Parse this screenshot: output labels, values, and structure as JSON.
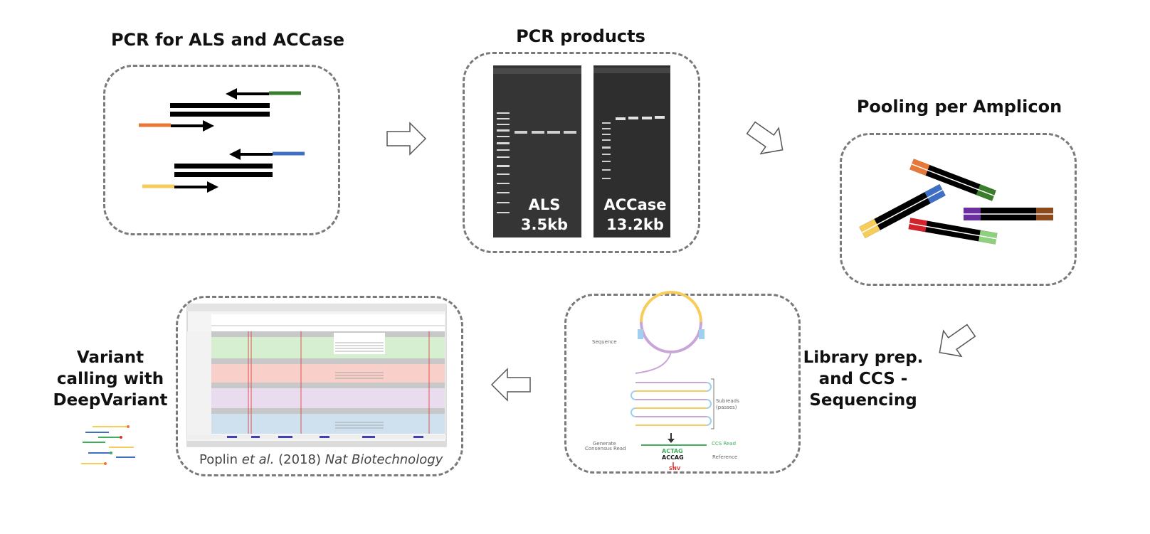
{
  "steps": {
    "pcr": {
      "title": "PCR for ALS and ACCase"
    },
    "products": {
      "title": "PCR products",
      "gel_left": {
        "name": "ALS",
        "size": "3.5kb"
      },
      "gel_right": {
        "name": "ACCase",
        "size": "13.2kb"
      }
    },
    "pooling": {
      "title": "Pooling per Amplicon"
    },
    "library": {
      "title_lines": [
        "Library prep.",
        "and CCS -",
        "Sequencing"
      ],
      "labels": {
        "sequence": "Sequence",
        "subreads": "Subreads",
        "passes": "(passes)",
        "generate": "Generate",
        "consensus": "Consensus Read",
        "ccs_read": "CCS Read",
        "reference": "Reference",
        "ccs_seq": "ACTAG",
        "ref_seq": "ACCAG",
        "snv": "SNV"
      }
    },
    "variant": {
      "title_lines": [
        "Variant",
        "calling with",
        "DeepVariant"
      ],
      "citation": {
        "author": "Poplin ",
        "etal": "et al.",
        "year": " (2018) ",
        "journal": "Nat Biotechnology"
      }
    }
  },
  "colors": {
    "dash": "#7a7a7a",
    "primer_green": "#3a7d2c",
    "primer_orange": "#e8773a",
    "primer_blue": "#3f6fc4",
    "primer_yellow": "#f6cd5a",
    "track_green": "#d6efd0",
    "track_red": "#f8cfc9",
    "track_purple": "#e9dcef",
    "track_blue": "#cfe1ef",
    "ccs_green": "#3fae5a",
    "snv_red": "#e03030"
  }
}
